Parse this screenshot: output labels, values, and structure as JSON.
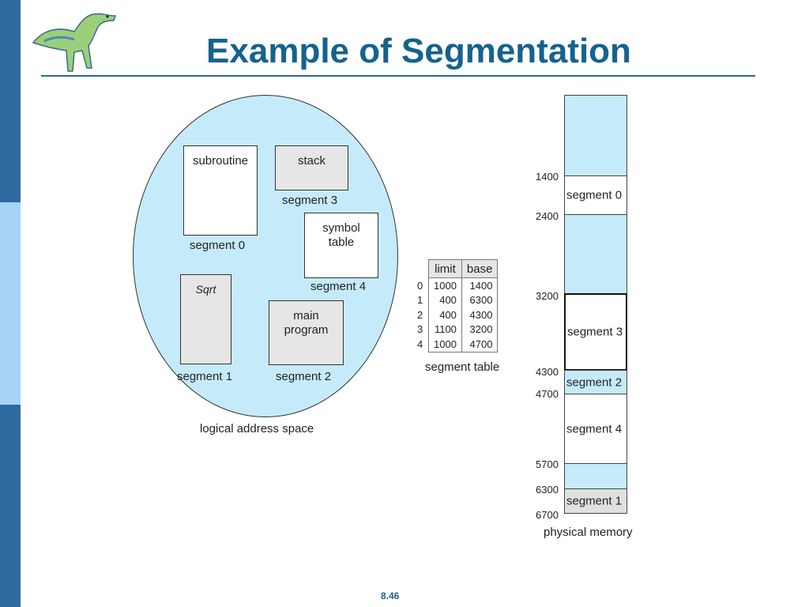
{
  "title": "Example of Segmentation",
  "logical": {
    "caption": "logical address space",
    "subroutine": "subroutine",
    "stack": "stack",
    "symbol_table_line1": "symbol",
    "symbol_table_line2": "table",
    "sqrt": "Sqrt",
    "main_line1": "main",
    "main_line2": "program",
    "seg0": "segment 0",
    "seg1": "segment 1",
    "seg2": "segment 2",
    "seg3": "segment 3",
    "seg4": "segment 4"
  },
  "segment_table": {
    "caption": "segment table",
    "headers": [
      "limit",
      "base"
    ],
    "rows": [
      {
        "index": "0",
        "limit": "1000",
        "base": "1400"
      },
      {
        "index": "1",
        "limit": "400",
        "base": "6300"
      },
      {
        "index": "2",
        "limit": "400",
        "base": "4300"
      },
      {
        "index": "3",
        "limit": "1100",
        "base": "3200"
      },
      {
        "index": "4",
        "limit": "1000",
        "base": "4700"
      }
    ]
  },
  "physical": {
    "caption": "physical memory",
    "addresses": [
      "1400",
      "2400",
      "3200",
      "4300",
      "4700",
      "5700",
      "6300",
      "6700"
    ],
    "segments": [
      {
        "label": "segment 0"
      },
      {
        "label": "segment 3"
      },
      {
        "label": "segment 2"
      },
      {
        "label": "segment 4"
      },
      {
        "label": "segment 1"
      }
    ]
  },
  "footer": "8.46",
  "colors": {
    "accent": "#15628f",
    "region_fill": "#c5ebfa",
    "sidebar": "#2e6a9e"
  }
}
